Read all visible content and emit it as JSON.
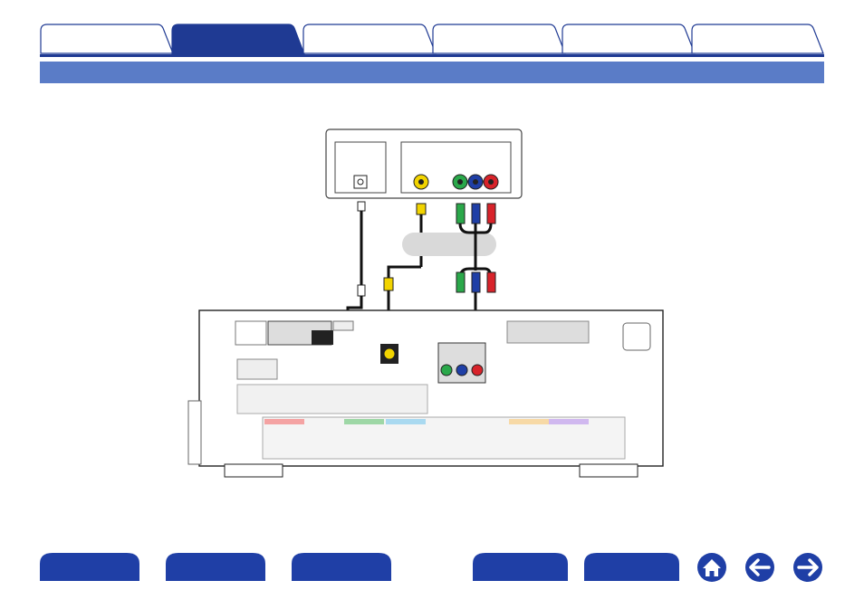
{
  "tabs": [
    {
      "id": "tab-1",
      "active": false
    },
    {
      "id": "tab-2",
      "active": true
    },
    {
      "id": "tab-3",
      "active": false
    },
    {
      "id": "tab-4",
      "active": false
    },
    {
      "id": "tab-5",
      "active": false
    },
    {
      "id": "tab-6",
      "active": false
    }
  ],
  "colors": {
    "tab_inactive_fill": "#ffffff",
    "tab_border": "#1f3a93",
    "tab_active_fill": "#1f3a93",
    "section_bar": "#5a7cc7",
    "button_fill": "#1f3fa6",
    "video_yellow": "#f2d400",
    "component_green": "#2aa84a",
    "component_blue": "#1f3fa6",
    "component_red": "#d8232a"
  },
  "icons": {
    "home": "home-icon",
    "back": "arrow-left-icon",
    "forward": "arrow-right-icon"
  }
}
